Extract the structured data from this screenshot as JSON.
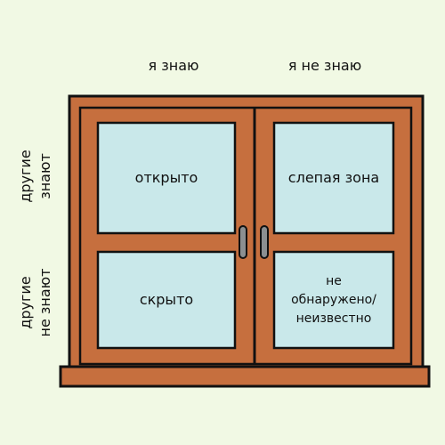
{
  "columns": {
    "i_know": "я знаю",
    "i_dont_know": "я не знаю"
  },
  "rows": {
    "others_know": [
      "другие",
      "знают"
    ],
    "others_dont_know": [
      "другие",
      "не знают"
    ]
  },
  "panes": {
    "open": "открыто",
    "blind": "слепая зона",
    "hidden": "скрыто",
    "unknown": [
      "не",
      "обнаружено/",
      "неизвестно"
    ]
  },
  "colors": {
    "background": "#f1f9e4",
    "frame": "#c66f3e",
    "glass": "#c9e8ea",
    "outline": "#111111"
  }
}
